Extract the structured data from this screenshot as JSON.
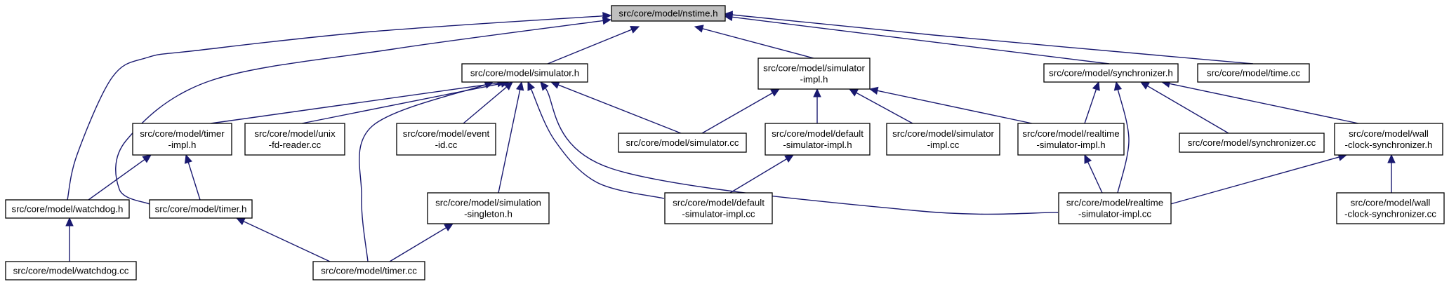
{
  "colors": {
    "edge": "#191970",
    "node_fill": "#ffffff",
    "root_fill": "#bfbfbf",
    "border": "#000000"
  },
  "nodes": [
    {
      "id": "nstime_h",
      "lines": [
        "src/core/model/nstime.h"
      ],
      "root": true
    },
    {
      "id": "simulator_h",
      "lines": [
        "src/core/model/simulator.h"
      ]
    },
    {
      "id": "simulator_impl_h",
      "lines": [
        "src/core/model/simulator",
        "-impl.h"
      ]
    },
    {
      "id": "synchronizer_h",
      "lines": [
        "src/core/model/synchronizer.h"
      ]
    },
    {
      "id": "time_cc",
      "lines": [
        "src/core/model/time.cc"
      ]
    },
    {
      "id": "timer_impl_h",
      "lines": [
        "src/core/model/timer",
        "-impl.h"
      ]
    },
    {
      "id": "unix_fd_reader_cc",
      "lines": [
        "src/core/model/unix",
        "-fd-reader.cc"
      ]
    },
    {
      "id": "event_id_cc",
      "lines": [
        "src/core/model/event",
        "-id.cc"
      ]
    },
    {
      "id": "simulator_cc",
      "lines": [
        "src/core/model/simulator.cc"
      ]
    },
    {
      "id": "default_simulator_impl_h",
      "lines": [
        "src/core/model/default",
        "-simulator-impl.h"
      ]
    },
    {
      "id": "simulator_impl_cc",
      "lines": [
        "src/core/model/simulator",
        "-impl.cc"
      ]
    },
    {
      "id": "realtime_simulator_impl_h",
      "lines": [
        "src/core/model/realtime",
        "-simulator-impl.h"
      ]
    },
    {
      "id": "synchronizer_cc",
      "lines": [
        "src/core/model/synchronizer.cc"
      ]
    },
    {
      "id": "wall_clock_synchronizer_h",
      "lines": [
        "src/core/model/wall",
        "-clock-synchronizer.h"
      ]
    },
    {
      "id": "watchdog_h",
      "lines": [
        "src/core/model/watchdog.h"
      ]
    },
    {
      "id": "timer_h",
      "lines": [
        "src/core/model/timer.h"
      ]
    },
    {
      "id": "simulation_singleton_h",
      "lines": [
        "src/core/model/simulation",
        "-singleton.h"
      ]
    },
    {
      "id": "default_simulator_impl_cc",
      "lines": [
        "src/core/model/default",
        "-simulator-impl.cc"
      ]
    },
    {
      "id": "realtime_simulator_impl_cc",
      "lines": [
        "src/core/model/realtime",
        "-simulator-impl.cc"
      ]
    },
    {
      "id": "wall_clock_synchronizer_cc",
      "lines": [
        "src/core/model/wall",
        "-clock-synchronizer.cc"
      ]
    },
    {
      "id": "watchdog_cc",
      "lines": [
        "src/core/model/watchdog.cc"
      ]
    },
    {
      "id": "timer_cc",
      "lines": [
        "src/core/model/timer.cc"
      ]
    }
  ],
  "edges": [
    {
      "from": "nstime_h",
      "to": "simulator_h"
    },
    {
      "from": "nstime_h",
      "to": "simulator_impl_h"
    },
    {
      "from": "nstime_h",
      "to": "synchronizer_h"
    },
    {
      "from": "nstime_h",
      "to": "time_cc"
    },
    {
      "from": "nstime_h",
      "to": "watchdog_h"
    },
    {
      "from": "nstime_h",
      "to": "timer_h"
    },
    {
      "from": "simulator_h",
      "to": "timer_impl_h"
    },
    {
      "from": "simulator_h",
      "to": "unix_fd_reader_cc"
    },
    {
      "from": "simulator_h",
      "to": "event_id_cc"
    },
    {
      "from": "simulator_h",
      "to": "simulator_cc"
    },
    {
      "from": "simulator_h",
      "to": "simulation_singleton_h"
    },
    {
      "from": "simulator_h",
      "to": "default_simulator_impl_cc"
    },
    {
      "from": "simulator_h",
      "to": "realtime_simulator_impl_cc"
    },
    {
      "from": "simulator_h",
      "to": "timer_cc"
    },
    {
      "from": "simulator_impl_h",
      "to": "simulator_cc"
    },
    {
      "from": "simulator_impl_h",
      "to": "default_simulator_impl_h"
    },
    {
      "from": "simulator_impl_h",
      "to": "simulator_impl_cc"
    },
    {
      "from": "simulator_impl_h",
      "to": "realtime_simulator_impl_h"
    },
    {
      "from": "synchronizer_h",
      "to": "realtime_simulator_impl_h"
    },
    {
      "from": "synchronizer_h",
      "to": "realtime_simulator_impl_cc"
    },
    {
      "from": "synchronizer_h",
      "to": "synchronizer_cc"
    },
    {
      "from": "synchronizer_h",
      "to": "wall_clock_synchronizer_h"
    },
    {
      "from": "timer_impl_h",
      "to": "watchdog_h"
    },
    {
      "from": "timer_impl_h",
      "to": "timer_h"
    },
    {
      "from": "default_simulator_impl_h",
      "to": "default_simulator_impl_cc"
    },
    {
      "from": "realtime_simulator_impl_h",
      "to": "realtime_simulator_impl_cc"
    },
    {
      "from": "wall_clock_synchronizer_h",
      "to": "realtime_simulator_impl_cc"
    },
    {
      "from": "wall_clock_synchronizer_h",
      "to": "wall_clock_synchronizer_cc"
    },
    {
      "from": "watchdog_h",
      "to": "watchdog_cc"
    },
    {
      "from": "timer_h",
      "to": "timer_cc"
    },
    {
      "from": "simulation_singleton_h",
      "to": "timer_cc"
    }
  ]
}
